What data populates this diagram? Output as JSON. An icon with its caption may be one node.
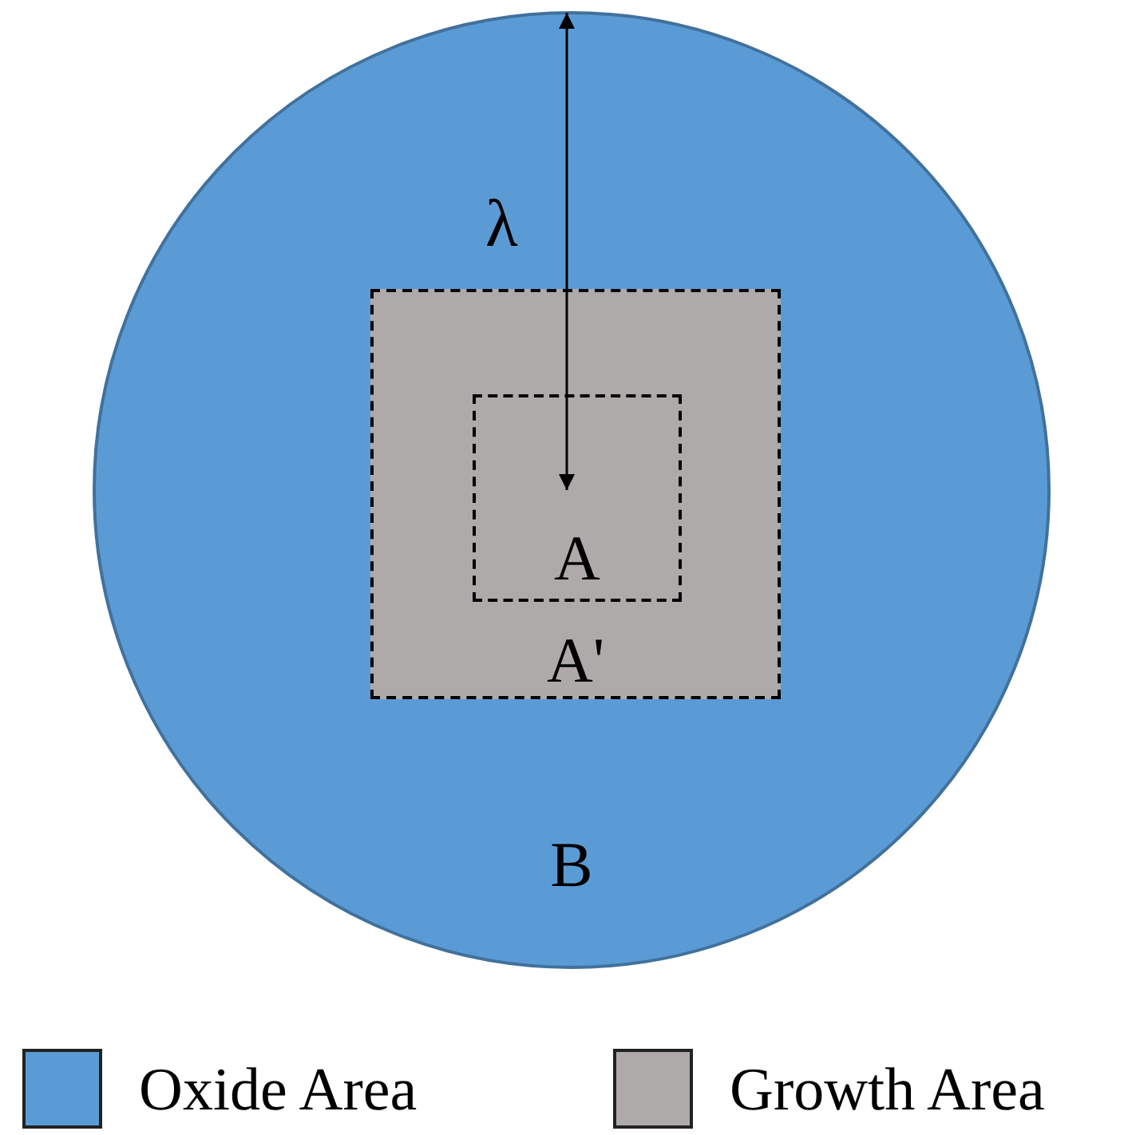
{
  "diagram": {
    "nodes": [
      {
        "text": [
          "B"
        ]
      },
      {
        "text": [
          "A'"
        ],
        "in": 0
      },
      {
        "text": [
          "A"
        ],
        "in": 1
      }
    ],
    "edges": [
      {
        "from": 0,
        "to": 2,
        "arrow": "both"
      }
    ],
    "labels": [
      "λ"
    ],
    "legend": [
      {
        "text": "Oxide Area",
        "color": "#5b9bd5"
      },
      {
        "text": "Growth Area",
        "color": "#aeaaaa"
      }
    ]
  }
}
